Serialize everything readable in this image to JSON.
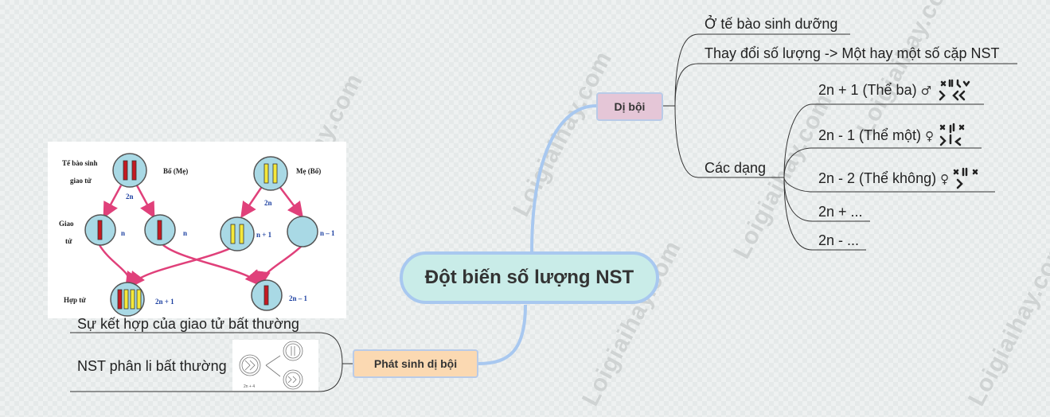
{
  "central": "Đột biến số lượng NST",
  "branches": {
    "di_boi": {
      "label": "Dị bội",
      "children": {
        "cell": "Ở tế bào sinh dưỡng",
        "change": "Thay đổi số lượng -> Một hay một số cặp NST",
        "types": {
          "label": "Các dạng",
          "items": [
            "2n + 1 (Thể ba)",
            "2n - 1 (Thể một)",
            "2n - 2 (Thể không)",
            "2n + ...",
            "2n - ..."
          ]
        }
      }
    },
    "phat_sinh": {
      "label": "Phát sinh dị bội",
      "children": [
        "Sự kết hợp của giao tử bất thường",
        "NST phân li bất thường"
      ]
    }
  },
  "figure": {
    "labels": {
      "germ_cell": [
        "Tế bào sinh",
        "giao tử"
      ],
      "father": "Bố (Mẹ)",
      "mother": "Mẹ (Bố)",
      "gamete": [
        "Giao",
        "tử"
      ],
      "zygote": "Hợp tử",
      "two_n_left": "2n",
      "two_n_right": "2n",
      "n1": "n",
      "n2": "n",
      "n_plus_1": "n + 1",
      "n_minus_1": "n – 1",
      "zyg_plus": "2n + 1",
      "zyg_minus": "2n – 1"
    },
    "small_caption": "2n + 4"
  },
  "watermark": "Loigiaihay.com",
  "colors": {
    "central_fill": "#c9ece8",
    "central_border": "#a8c8f0",
    "di_boi_fill": "#e5c6d7",
    "phat_sinh_fill": "#fbd9b2",
    "arrow": "#e0407a",
    "red_chromosome": "#c41a22",
    "yellow_chromosome": "#f5e83a",
    "cell_fill": "#a9d9e5"
  },
  "icons": {
    "male": "♂",
    "female": "♀"
  }
}
